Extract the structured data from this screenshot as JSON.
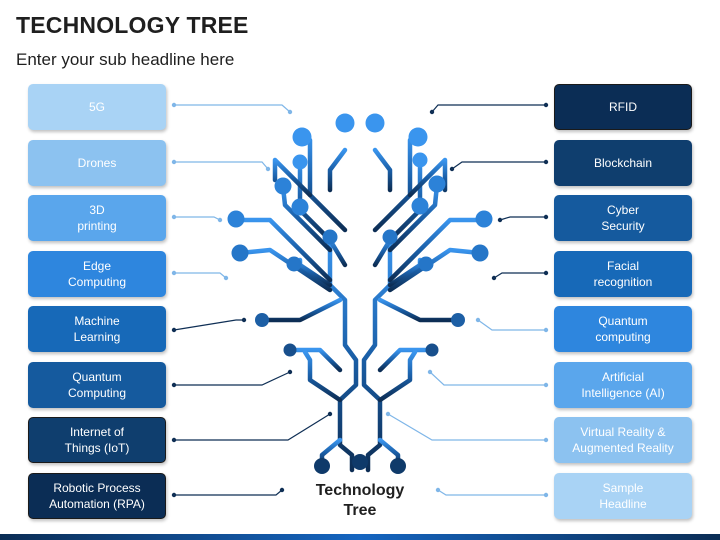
{
  "title": "TECHNOLOGY TREE",
  "subtitle": "Enter your sub headline here",
  "center_label": "Technology\nTree",
  "left_items": [
    {
      "label": "5G",
      "bg": "#a9d3f5",
      "fg": "#ffffff"
    },
    {
      "label": "Drones",
      "bg": "#8cc2f0",
      "fg": "#ffffff"
    },
    {
      "label": "3D\nprinting",
      "bg": "#5aa6ec",
      "fg": "#ffffff"
    },
    {
      "label": "Edge\nComputing",
      "bg": "#2e86de",
      "fg": "#ffffff"
    },
    {
      "label": "Machine\nLearning",
      "bg": "#1769b8",
      "fg": "#ffffff"
    },
    {
      "label": "Quantum\nComputing",
      "bg": "#155a9e",
      "fg": "#ffffff"
    },
    {
      "label": "Internet of\nThings (IoT)",
      "bg": "#0f3e6e",
      "fg": "#ffffff"
    },
    {
      "label": "Robotic Process\nAutomation (RPA)",
      "bg": "#0b2d55",
      "fg": "#ffffff"
    }
  ],
  "right_items": [
    {
      "label": "RFID",
      "bg": "#0b2d55",
      "fg": "#ffffff"
    },
    {
      "label": "Blockchain",
      "bg": "#0f3e6e",
      "fg": "#ffffff"
    },
    {
      "label": "Cyber\nSecurity",
      "bg": "#155a9e",
      "fg": "#ffffff"
    },
    {
      "label": "Facial\nrecognition",
      "bg": "#1769b8",
      "fg": "#ffffff"
    },
    {
      "label": "Quantum\ncomputing",
      "bg": "#2e86de",
      "fg": "#ffffff"
    },
    {
      "label": "Artificial\nIntelligence (AI)",
      "bg": "#5aa6ec",
      "fg": "#ffffff"
    },
    {
      "label": "Virtual Reality &\nAugmented Reality",
      "bg": "#8cc2f0",
      "fg": "#ffffff"
    },
    {
      "label": "Sample\nHeadline",
      "bg": "#a9d3f5",
      "fg": "#ffffff"
    }
  ],
  "colors": {
    "connector_light": "#7fb6e8",
    "connector_dark": "#0f2f55",
    "tree_top": "#3a95ee",
    "tree_bottom": "#0d2e55"
  }
}
